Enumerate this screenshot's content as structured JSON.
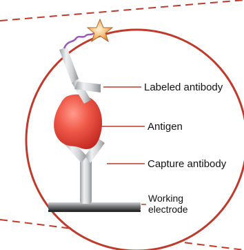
{
  "diagram": {
    "labels": {
      "labeled_antibody": "Labeled antibody",
      "antigen": "Antigen",
      "capture_antibody": "Capture antibody",
      "working_electrode_line1": "Working",
      "working_electrode_line2": "electrode"
    },
    "colors": {
      "circle_outline": "#c0392b",
      "leader_lines": "#c0392b",
      "antigen": "#e8443a",
      "antibody": "#c8cacc",
      "antibody_shadow": "#8e9193",
      "star": "#e9a35a",
      "linker": "#9b59b6",
      "electrode": "#6e6e6e"
    },
    "icons": [
      "star-label-icon",
      "y-antibody-icon"
    ]
  }
}
